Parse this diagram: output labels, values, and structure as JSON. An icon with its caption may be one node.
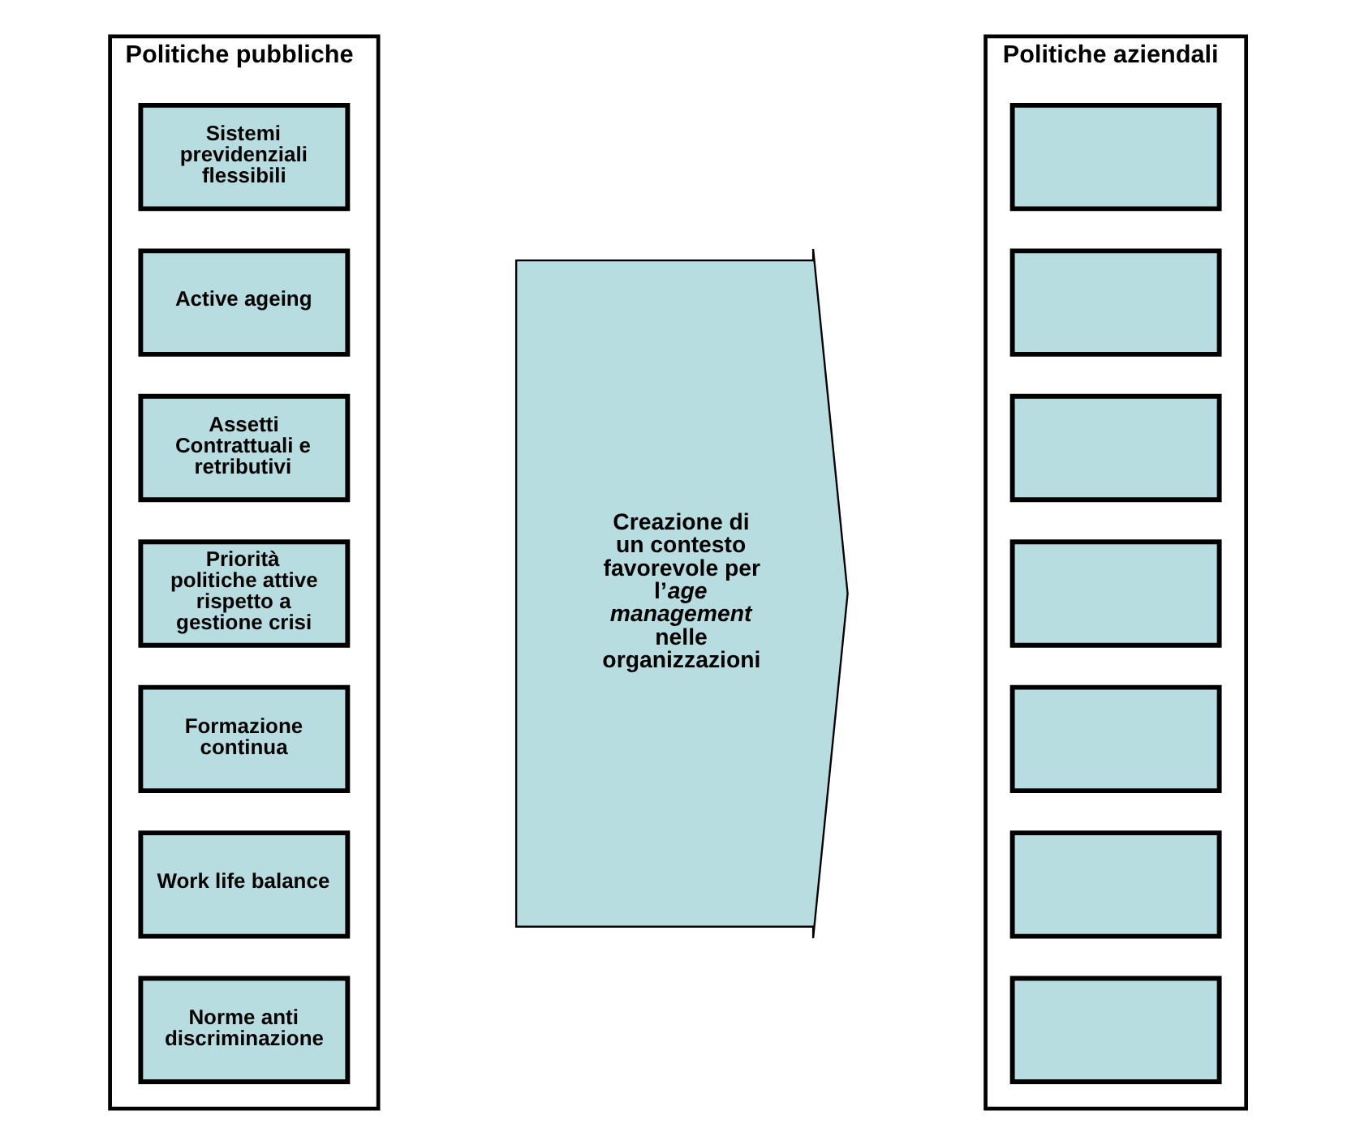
{
  "diagram": {
    "nodes": [
      {
        "text": [
          "Politiche pubbliche"
        ]
      },
      {
        "text": [
          "Sistemi previdenziali flessibili"
        ],
        "in": 0
      },
      {
        "text": [
          "Active ageing"
        ],
        "in": 0
      },
      {
        "text": [
          "Assetti Contrattuali e retributivi"
        ],
        "in": 0
      },
      {
        "text": [
          "Priorità politiche attive rispetto a gestione crisi"
        ],
        "in": 0
      },
      {
        "text": [
          "Formazione continua"
        ],
        "in": 0
      },
      {
        "text": [
          "Work life balance"
        ],
        "in": 0
      },
      {
        "text": [
          "Norme anti discriminazione"
        ],
        "in": 0
      },
      {
        "text": [
          "Creazione di un contesto favorevole per l’*age management* nelle organizzazioni"
        ]
      },
      {
        "text": [
          "Politiche aziendali"
        ]
      },
      {
        "text": [],
        "shape": "box",
        "in": 9
      },
      {
        "text": [],
        "shape": "box",
        "in": 9
      },
      {
        "text": [],
        "shape": "box",
        "in": 9
      },
      {
        "text": [],
        "shape": "box",
        "in": 9
      },
      {
        "text": [],
        "shape": "box",
        "in": 9
      },
      {
        "text": [],
        "shape": "box",
        "in": 9
      },
      {
        "text": [],
        "shape": "box",
        "in": 9
      }
    ],
    "edges": []
  }
}
